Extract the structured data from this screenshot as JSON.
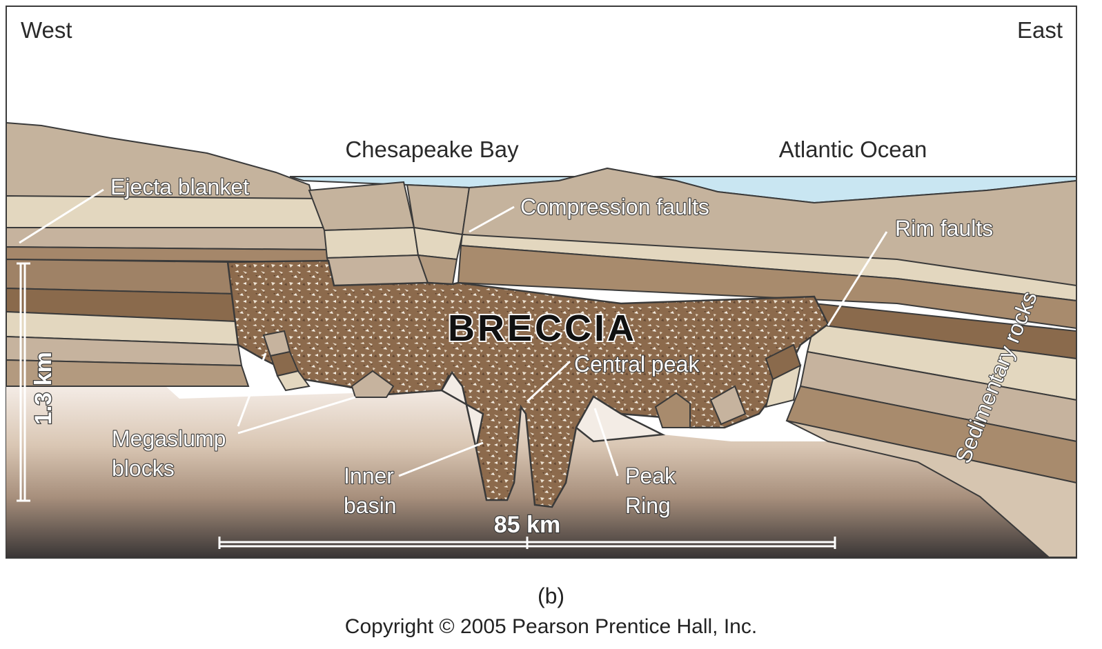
{
  "figure": {
    "directions": {
      "west": "West",
      "east": "East"
    },
    "water_labels": {
      "bay": "Chesapeake Bay",
      "ocean": "Atlantic Ocean"
    },
    "feature_labels": {
      "ejecta_blanket": "Ejecta blanket",
      "compression_faults": "Compression faults",
      "rim_faults": "Rim faults",
      "breccia": "BRECCIA",
      "central_peak": "Central peak",
      "megaslump_line1": "Megaslump",
      "megaslump_line2": "blocks",
      "inner_basin_line1": "Inner",
      "inner_basin_line2": "basin",
      "peak_ring_line1": "Peak",
      "peak_ring_line2": "Ring",
      "sedimentary_rocks": "Sedimentary rocks"
    },
    "scales": {
      "vertical": "1.3 km",
      "horizontal": "85 km"
    },
    "colors": {
      "water": "#c9e6f2",
      "sediment_tan": "#c3b29c",
      "sediment_cream": "#e3d8c0",
      "sediment_brown": "#a58668",
      "sediment_dark": "#8a6a4a",
      "breccia": "#8c6a4c",
      "basement": "#d9c8b4"
    }
  },
  "captions": {
    "panel_letter": "(b)",
    "copyright": "Copyright © 2005 Pearson Prentice Hall, Inc."
  }
}
